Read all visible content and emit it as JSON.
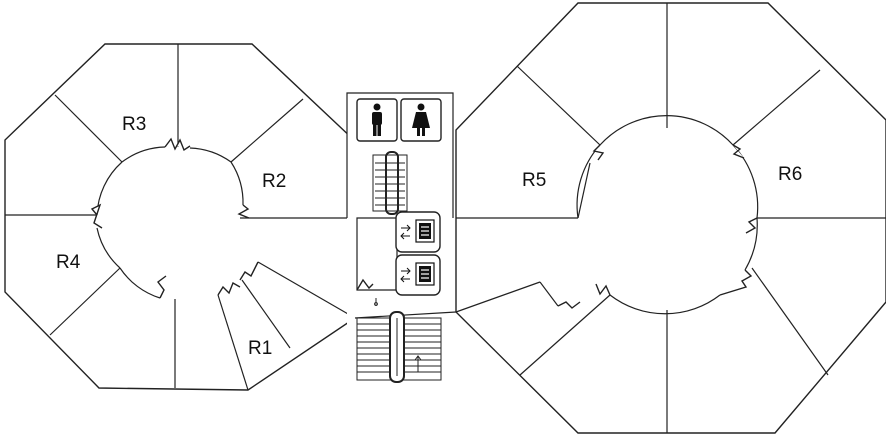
{
  "rooms": [
    {
      "id": "R1",
      "label": "R1"
    },
    {
      "id": "R2",
      "label": "R2"
    },
    {
      "id": "R3",
      "label": "R3"
    },
    {
      "id": "R4",
      "label": "R4"
    },
    {
      "id": "R5",
      "label": "R5"
    },
    {
      "id": "R6",
      "label": "R6"
    }
  ],
  "icons": {
    "men": "men-restroom-icon",
    "women": "women-restroom-icon",
    "escalator": "escalator-icon",
    "elevator": "elevator-icon",
    "stairs": "stairs-icon"
  },
  "colors": {
    "wall": "#222222",
    "background": "#ffffff"
  }
}
